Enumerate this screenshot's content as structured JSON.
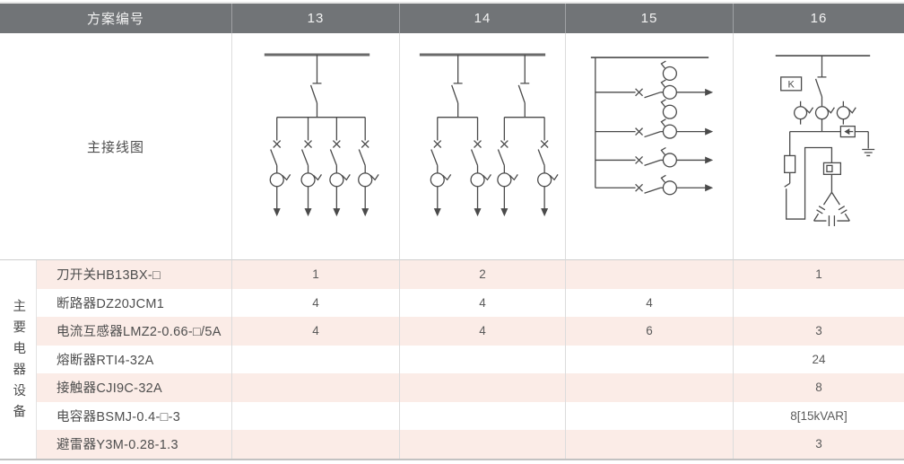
{
  "header": {
    "scheme_label": "方案编号",
    "columns": [
      "13",
      "14",
      "15",
      "16"
    ]
  },
  "diagram_section": {
    "label": "主接线图",
    "scheme16_k_label": "K",
    "diagrams": [
      {
        "scheme": "13",
        "description": "母线-刀开关-四回路断路器带电流互感器出线"
      },
      {
        "scheme": "14",
        "description": "母线-两组刀开关-各两回路断路器带电流互感器出线"
      },
      {
        "scheme": "15",
        "description": "四回路断路器带电流互感器水平出线(共6互感器)"
      },
      {
        "scheme": "16",
        "description": "电容补偿柜:刀开关-K表箱-三互感器-避雷器接地-熔断器-接触器-三角形电容器组"
      }
    ]
  },
  "equipment_section": {
    "label": "主要电器设备",
    "rows": [
      {
        "name": "刀开关HB13BX-□",
        "qty": [
          "1",
          "2",
          "",
          "1"
        ]
      },
      {
        "name": "断路器DZ20JCM1",
        "qty": [
          "4",
          "4",
          "4",
          ""
        ]
      },
      {
        "name": "电流互感器LMZ2-0.66-□/5A",
        "qty": [
          "4",
          "4",
          "6",
          "3"
        ]
      },
      {
        "name": "熔断器RTI4-32A",
        "qty": [
          "",
          "",
          "",
          "24"
        ]
      },
      {
        "name": "接触器CJI9C-32A",
        "qty": [
          "",
          "",
          "",
          "8"
        ]
      },
      {
        "name": "电容器BSMJ-0.4-□-3",
        "qty": [
          "",
          "",
          "",
          "8[15kVAR]"
        ]
      },
      {
        "name": "避雷器Y3M-0.28-1.3",
        "qty": [
          "",
          "",
          "",
          "3"
        ]
      }
    ]
  },
  "colors": {
    "header_bg": "#717477",
    "header_text": "#f2f2f2",
    "stripe_pink": "#fbece7",
    "border_light": "#dcdcdc",
    "diagram_stroke": "#4a4a4a"
  }
}
